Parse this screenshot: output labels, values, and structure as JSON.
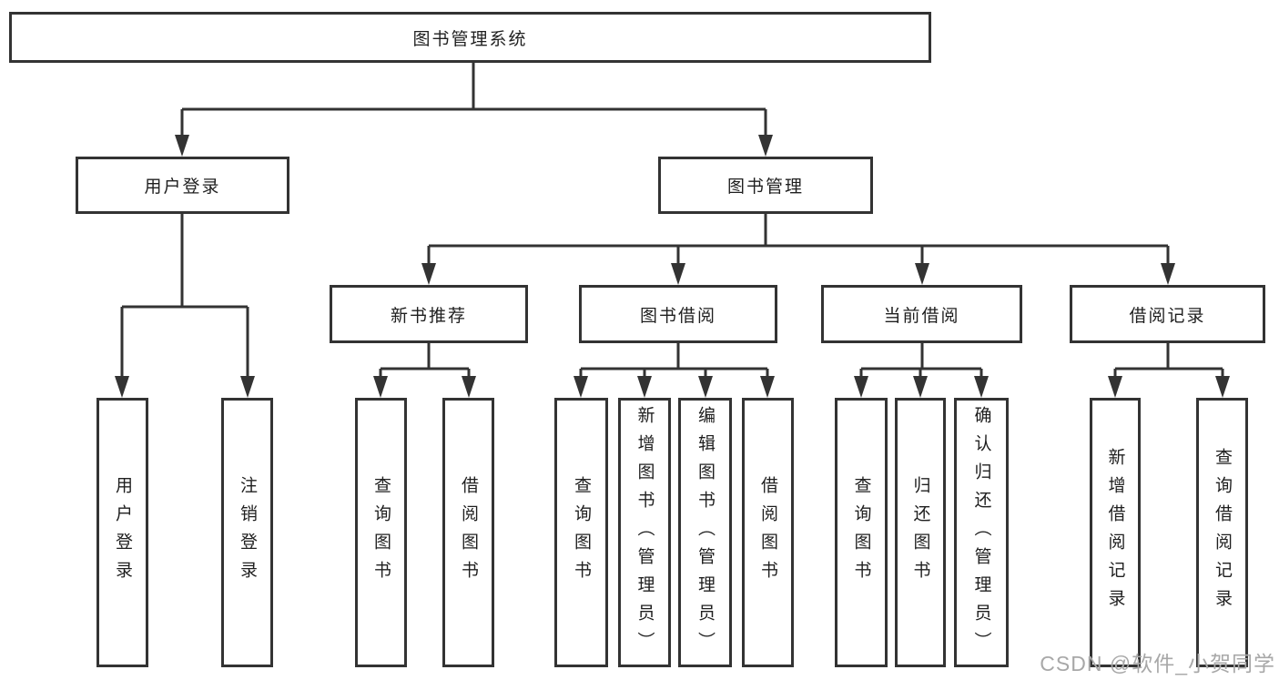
{
  "diagram": {
    "root": "图书管理系统",
    "level2": {
      "user_login": "用户登录",
      "book_management": "图书管理"
    },
    "level3": {
      "new_book_recommend": "新书推荐",
      "book_borrow": "图书借阅",
      "current_borrow": "当前借阅",
      "borrow_records": "借阅记录"
    },
    "leaves": {
      "user_login": [
        "用户登录",
        "注销登录"
      ],
      "new_book_recommend": [
        "查询图书",
        "借阅图书"
      ],
      "book_borrow": [
        "查询图书",
        "新增图书（管理员）",
        "编辑图书（管理员）",
        "借阅图书"
      ],
      "current_borrow": [
        "查询图书",
        "归还图书",
        "确认归还（管理员）"
      ],
      "borrow_records": [
        "新增借阅记录",
        "查询借阅记录"
      ]
    }
  },
  "watermark": "CSDN @软件_小贺同学",
  "colors": {
    "line": "#333333",
    "box_border": "#333333",
    "text": "#1f1f1f",
    "watermark": "#a8a8a8",
    "background": "#ffffff"
  }
}
